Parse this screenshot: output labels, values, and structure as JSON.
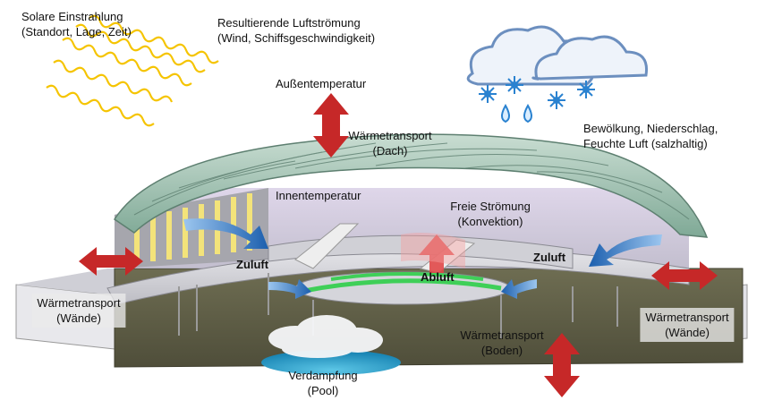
{
  "labels": {
    "solar_line1": "Solare Einstrahlung",
    "solar_line2": "(Standort, Lage, Zeit)",
    "airflow_line1": "Resultierende  Luftströmung",
    "airflow_line2": "(Wind, Schiffsgeschwindigkeit)",
    "outside_temp": "Außentemperatur",
    "roof_line1": "Wärmetransport",
    "roof_line2": "(Dach)",
    "weather_line1": "Bewölkung, Niederschlag,",
    "weather_line2": "Feuchte Luft (salzhaltig)",
    "inside_temp": "Innentemperatur",
    "convection_line1": "Freie Strömung",
    "convection_line2": "(Konvektion)",
    "zuluft_left": "Zuluft",
    "abluft": "Abluft",
    "zuluft_right": "Zuluft",
    "walls_left_line1": "Wärmetransport",
    "walls_left_line2": "(Wände)",
    "walls_right_line1": "Wärmetransport",
    "walls_right_line2": "(Wände)",
    "floor_line1": "Wärmetransport",
    "floor_line2": "(Boden)",
    "pool_line1": "Verdampfung",
    "pool_line2": "(Pool)"
  },
  "colors": {
    "heat_arrow": "#c62828",
    "airflow_arrow": "#1f6fc0",
    "sun_rays": "#f5c400",
    "roof": "#9fc3b0",
    "roof_inner": "#d8c8e8",
    "floor": "#6b6a4e",
    "deck": "#d9d9dd",
    "cloud": "#eef3fa",
    "cloud_edge": "#6c8fbf",
    "precip": "#2a82d0",
    "pool": "#2ba3c9"
  }
}
